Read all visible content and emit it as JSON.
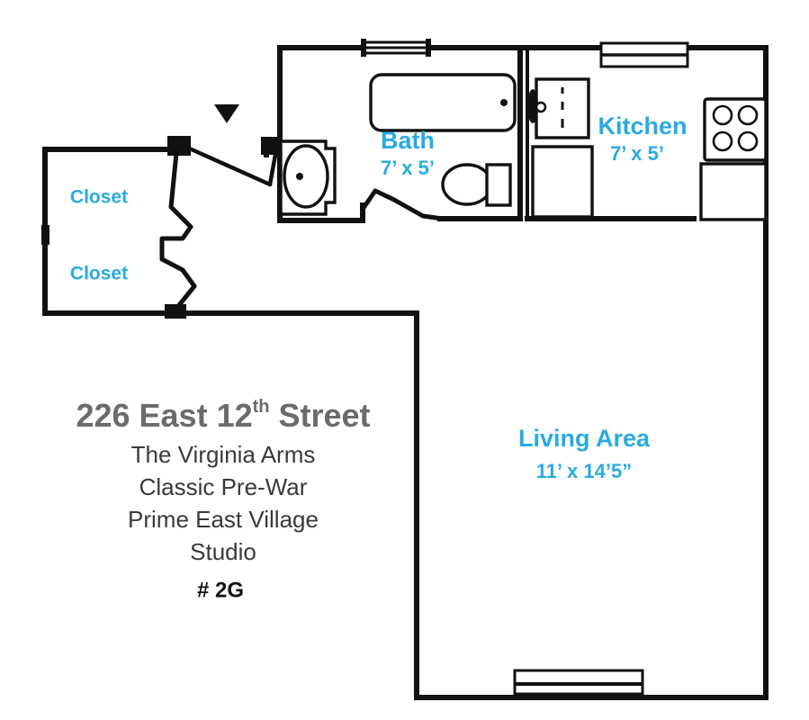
{
  "plan": {
    "title_address": "226 East 12",
    "title_ordinal": "th",
    "title_suffix": " Street",
    "building_name": "The Virginia Arms",
    "style_line": "Classic Pre-War",
    "neighborhood_line": "Prime East Village",
    "unit_type_line": "Studio",
    "unit_number": "# 2G",
    "accent_color": "#29ABE2",
    "address_color": "#6b6b6b",
    "wall_color": "#111111",
    "background_color": "#ffffff"
  },
  "rooms": {
    "bath": {
      "label": "Bath",
      "dimensions": "7’ x 5’"
    },
    "kitchen": {
      "label": "Kitchen",
      "dimensions": "7’ x 5’"
    },
    "living": {
      "label": "Living Area",
      "dimensions": "11’ x 14’5”"
    },
    "closet_upper": {
      "label": "Closet"
    },
    "closet_lower": {
      "label": "Closet"
    }
  },
  "fixtures": [
    {
      "name": "bathtub",
      "room": "bath"
    },
    {
      "name": "bathroom-sink-vanity",
      "room": "bath"
    },
    {
      "name": "toilet",
      "room": "bath"
    },
    {
      "name": "kitchen-sink",
      "room": "kitchen"
    },
    {
      "name": "refrigerator",
      "room": "kitchen"
    },
    {
      "name": "stove-range",
      "room": "kitchen"
    },
    {
      "name": "kitchen-counter",
      "room": "kitchen"
    }
  ],
  "openings": [
    {
      "name": "bath-window",
      "type": "window"
    },
    {
      "name": "kitchen-window",
      "type": "window"
    },
    {
      "name": "living-area-window",
      "type": "window"
    },
    {
      "name": "entry-door",
      "type": "door"
    },
    {
      "name": "bathroom-door",
      "type": "door"
    },
    {
      "name": "closet-door-upper",
      "type": "door"
    },
    {
      "name": "closet-door-lower",
      "type": "door"
    }
  ],
  "markers": {
    "entry_arrow": "entry-direction-arrow"
  }
}
